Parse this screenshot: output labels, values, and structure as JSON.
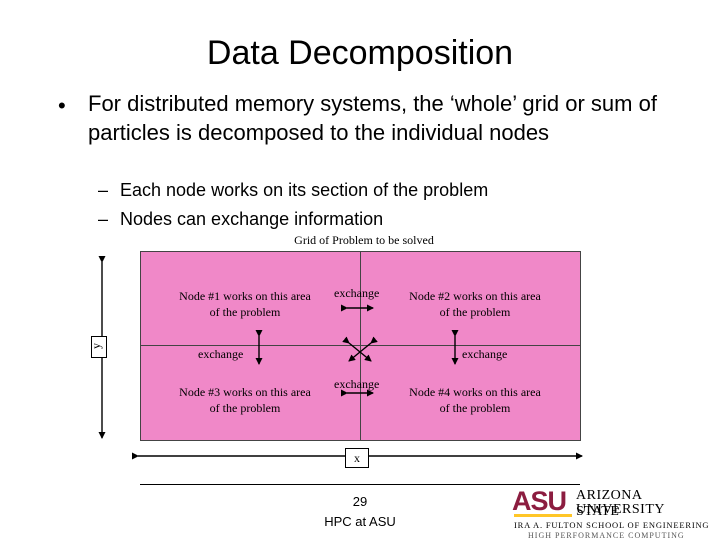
{
  "slide": {
    "title": "Data Decomposition",
    "bullet": "For distributed memory systems, the ‘whole’ grid or sum of particles is decomposed to the individual nodes",
    "bullet_marker": "•",
    "sub_marker": "–",
    "sub_bullets": [
      "Each node works on its section of the problem",
      "Nodes can exchange information"
    ]
  },
  "diagram": {
    "caption": "Grid of Problem to be solved",
    "node1": {
      "line1": "Node #1 works on this area",
      "line2": "of the problem"
    },
    "node2": {
      "line1": "Node #2 works on this area",
      "line2": "of the problem"
    },
    "node3": {
      "line1": "Node #3 works on this area",
      "line2": "of the problem"
    },
    "node4": {
      "line1": "Node #4 works on this area",
      "line2": "of the problem"
    },
    "exchange": "exchange",
    "y_axis_label": "y",
    "x_axis_label": "x",
    "fill_color": "#f088c8"
  },
  "footer": {
    "page_number": "29",
    "text": "HPC at ASU"
  },
  "logo": {
    "mark": "ASU",
    "name_line1": "ARIZONA STATE",
    "name_line2": "UNIVERSITY",
    "school": "IRA A. FULTON SCHOOL OF ENGINEERING",
    "unit": "HIGH PERFORMANCE COMPUTING",
    "brand_color": "#8c1d40",
    "accent_color": "#ffc627"
  }
}
